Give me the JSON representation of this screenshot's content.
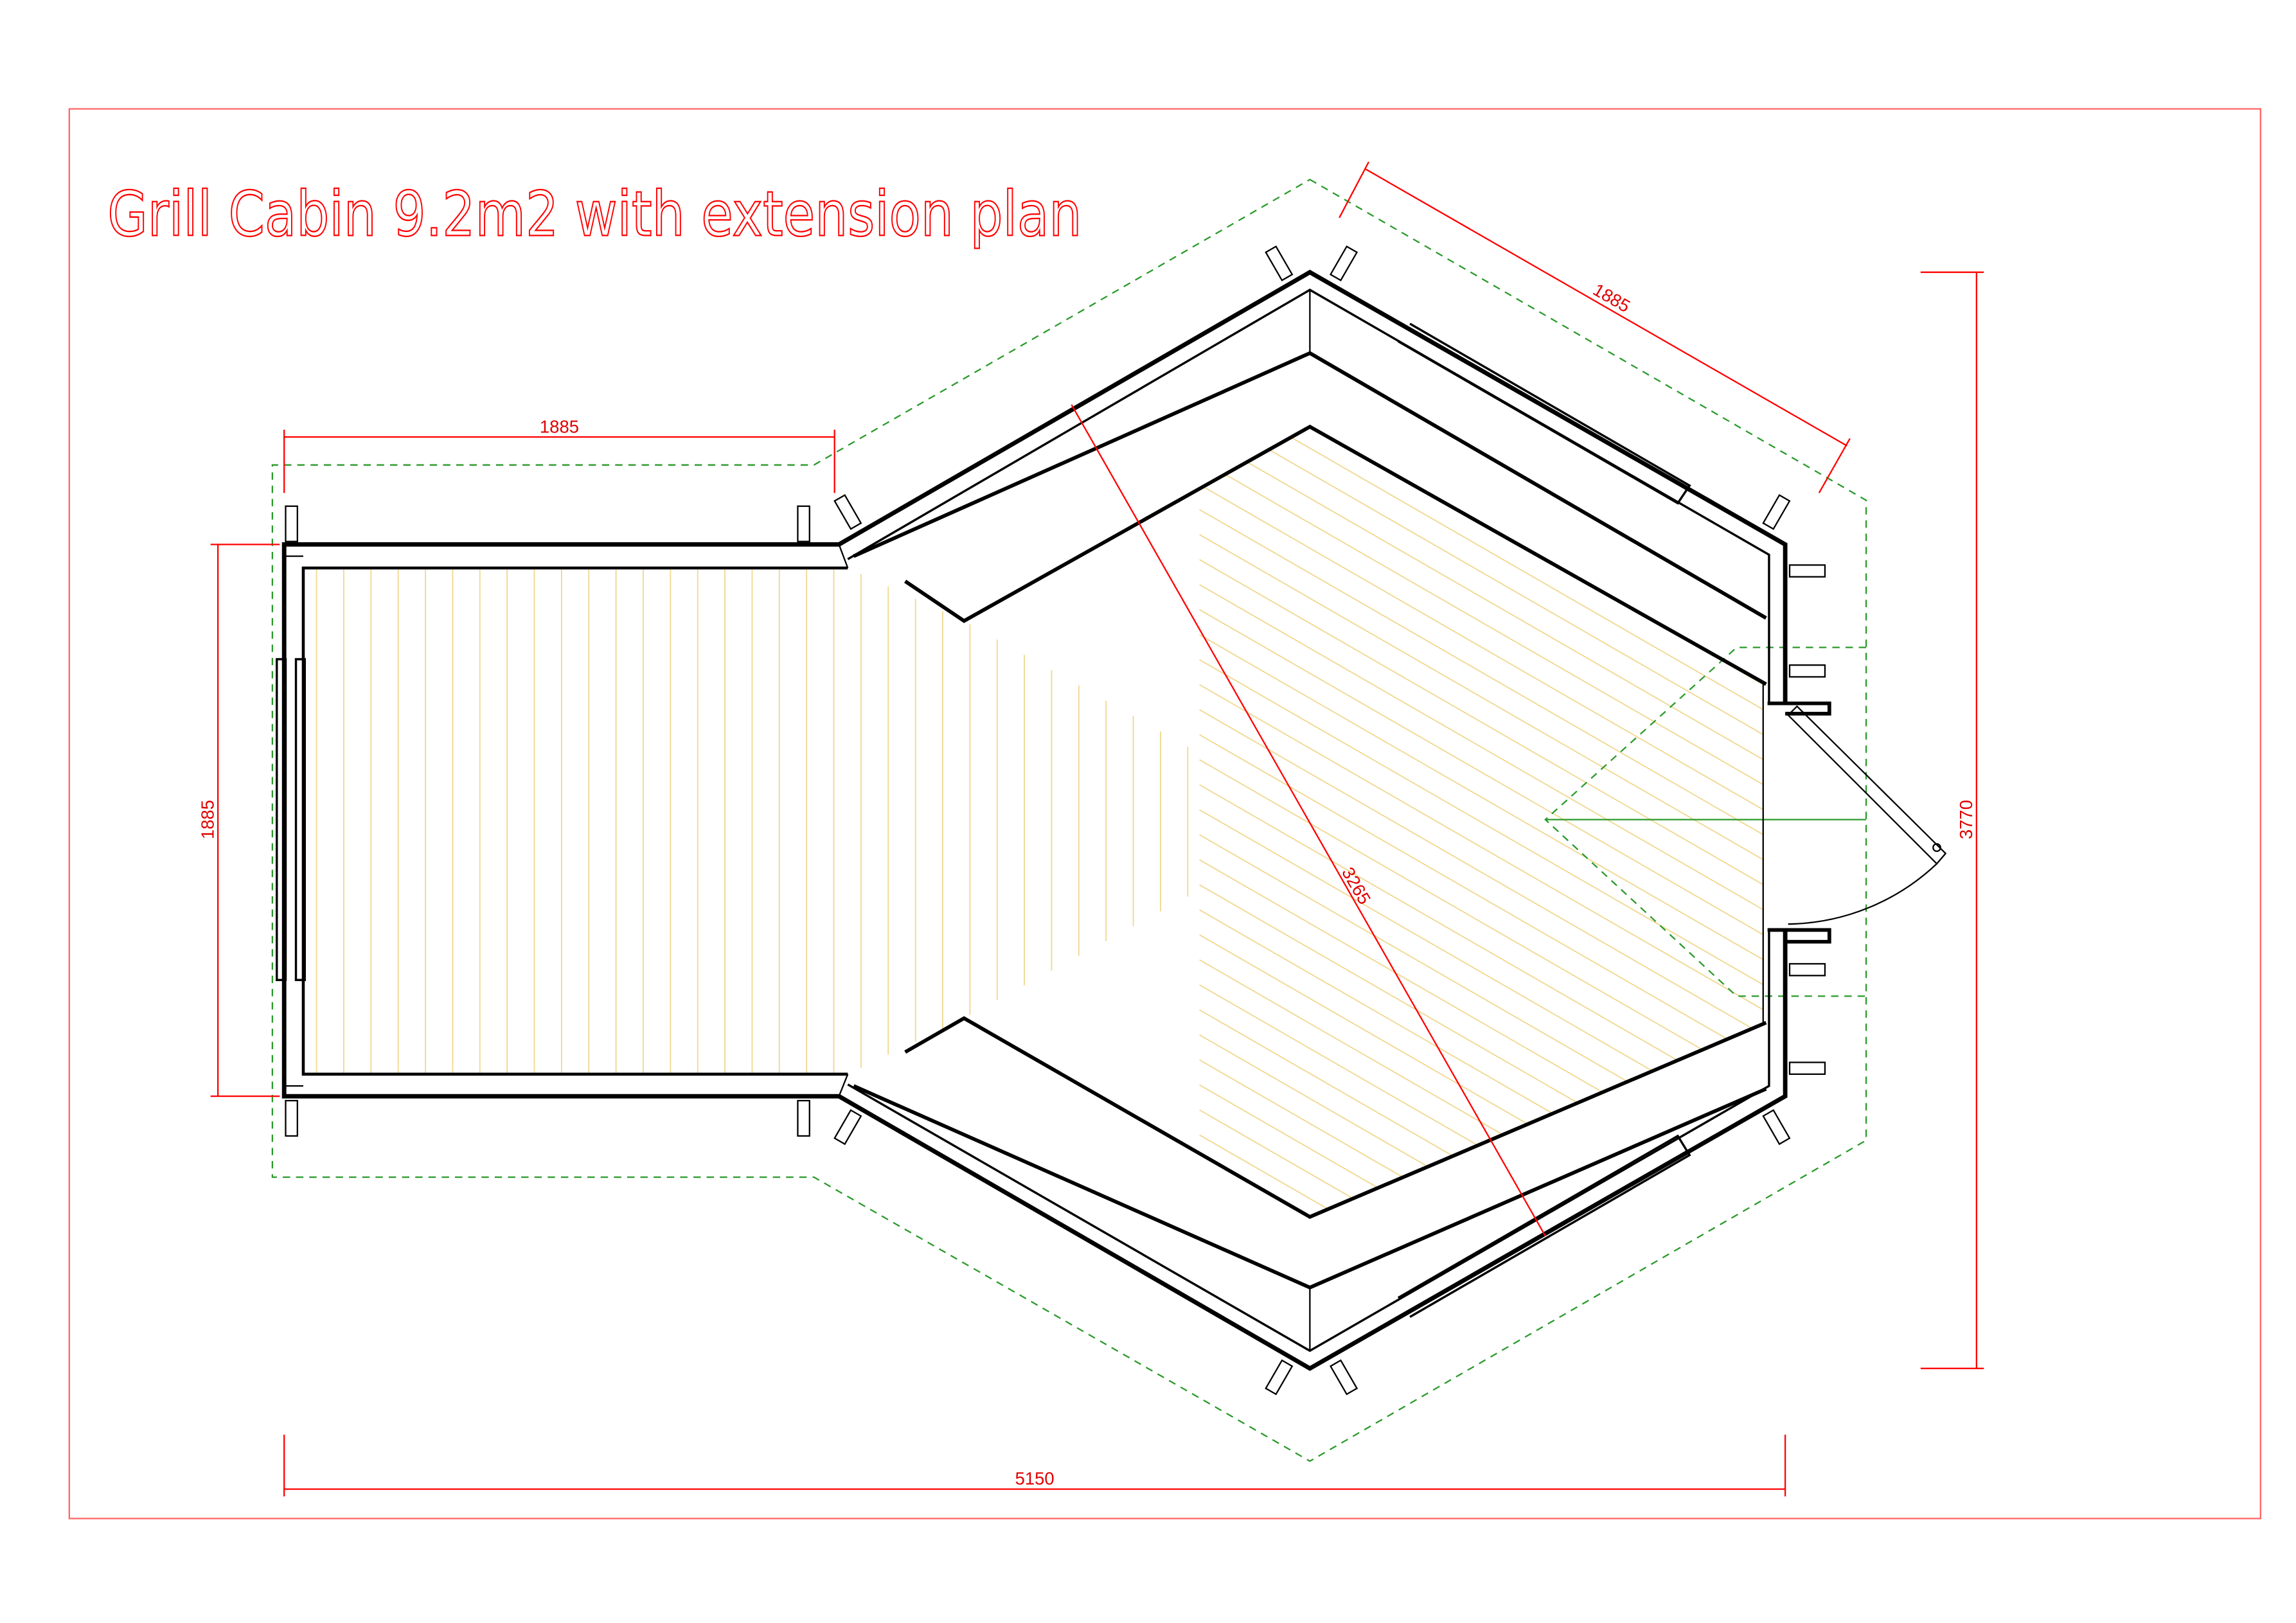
{
  "title": "Grill Cabin 9.2m2 with extension plan",
  "dimensions": {
    "extension_width": "1885",
    "extension_depth": "1885",
    "hex_side": "1885",
    "diagonal": "3265",
    "total_height": "3770",
    "total_length": "5150"
  },
  "colors": {
    "frame": "#ff6666",
    "dimension": "#ff0000",
    "walls": "#000000",
    "roof_outline": "#2a9a2a",
    "floorboards": "#f0d890"
  }
}
